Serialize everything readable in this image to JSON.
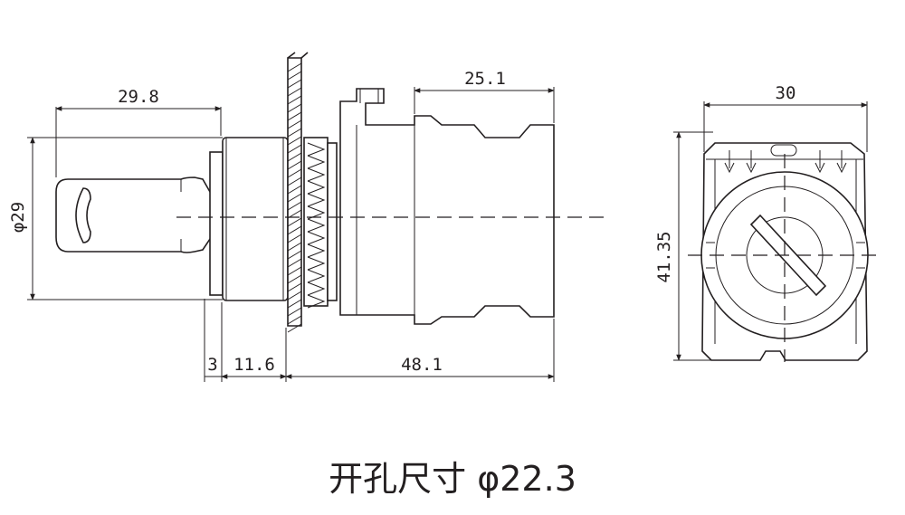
{
  "dimensions": {
    "key_length": "29.8",
    "body_length": "25.1",
    "width_front": "30",
    "diameter_side": "φ29",
    "height_front": "41.35",
    "bezel": "3",
    "panel_depth": "11.6",
    "overall": "48.1"
  },
  "caption": "开孔尺寸 φ22.3"
}
